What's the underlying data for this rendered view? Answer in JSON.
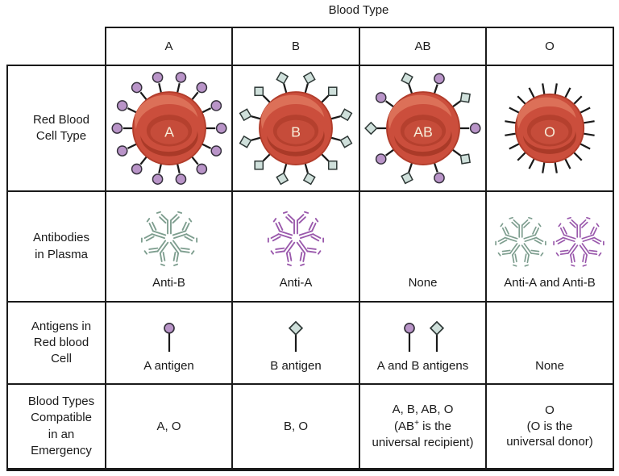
{
  "title": "Blood Type",
  "colors": {
    "border": "#1a1a1a",
    "text": "#1a1a1a",
    "spike": "#1a1a1a",
    "cell_body": "#cb4e3c",
    "cell_light": "#dc7058",
    "cell_dark": "#aa3a28",
    "cell_depression": "#b5402e",
    "cell_inner": "#c64c3a",
    "cell_edge": "#b23d2b",
    "cell_letter": "#f7ecd8",
    "antigen_a_fill": "#b994c8",
    "antigen_a_stroke": "#35303c",
    "antigen_b_fill": "#cfe0db",
    "antigen_b_stroke": "#2e3836",
    "antibody_anti_b": "#7e9e8f",
    "antibody_anti_a": "#9a59ac"
  },
  "header": {
    "columns": [
      "A",
      "B",
      "AB",
      "O"
    ]
  },
  "row_labels": {
    "rbc": "Red Blood\nCell Type",
    "antibodies": "Antibodies\nin Plasma",
    "antigens": "Antigens in\nRed blood\nCell",
    "emergency": "Blood Types\nCompatible\nin an\nEmergency"
  },
  "rbc_cells": [
    {
      "letter": "A",
      "marker": "circle",
      "spikes": 14
    },
    {
      "letter": "B",
      "marker": "diamond",
      "spikes": 12
    },
    {
      "letter": "AB",
      "marker": "alternate",
      "spikes": 10
    },
    {
      "letter": "O",
      "marker": "none",
      "spikes": 20
    }
  ],
  "antibody_cells": [
    {
      "stars": [
        "anti_b"
      ],
      "label": "Anti-B"
    },
    {
      "stars": [
        "anti_a"
      ],
      "label": "Anti-A"
    },
    {
      "stars": [],
      "label": "None"
    },
    {
      "stars": [
        "anti_b",
        "anti_a"
      ],
      "label": "Anti-A and Anti-B"
    }
  ],
  "antigen_cells": [
    {
      "pins": [
        "a"
      ],
      "label": "A antigen"
    },
    {
      "pins": [
        "b"
      ],
      "label": "B antigen"
    },
    {
      "pins": [
        "a",
        "b"
      ],
      "label": "A and B antigens"
    },
    {
      "pins": [],
      "label": "None"
    }
  ],
  "emergency_cells": [
    {
      "lines": [
        "A, O"
      ]
    },
    {
      "lines": [
        "B, O"
      ]
    },
    {
      "lines": [
        "A, B, AB, O",
        "(AB{sup:+} is the",
        "universal recipient)"
      ]
    },
    {
      "lines": [
        "O",
        "(O is the",
        "universal donor)"
      ]
    }
  ]
}
